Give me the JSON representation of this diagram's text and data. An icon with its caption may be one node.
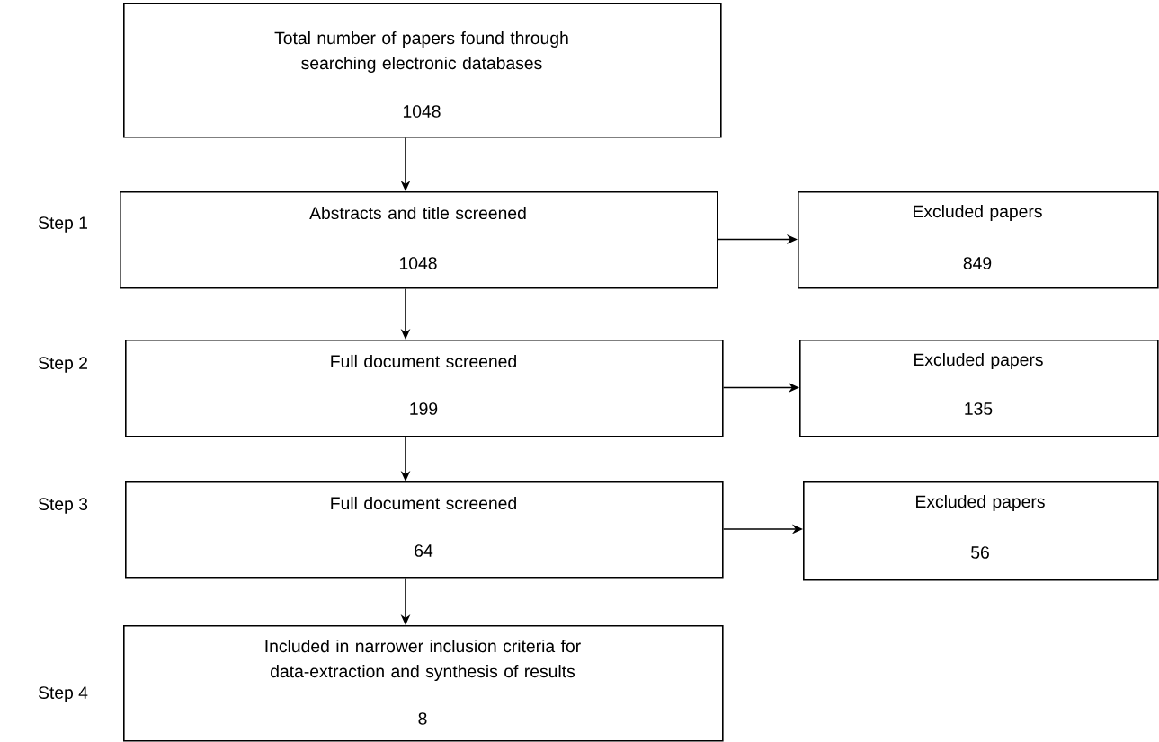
{
  "diagram": {
    "nodes": [
      {
        "text": [
          "Total number of papers found through searching electronic databases",
          "1048"
        ]
      },
      {
        "text": [
          "Abstracts and title screened",
          "1048"
        ],
        "beside": [
          "Step 1"
        ]
      },
      {
        "text": [
          "Excluded papers",
          "849"
        ]
      },
      {
        "text": [
          "Full document screened",
          "199"
        ],
        "beside": [
          "Step 2"
        ]
      },
      {
        "text": [
          "Excluded papers",
          "135"
        ]
      },
      {
        "text": [
          "Full document screened",
          "64"
        ],
        "beside": [
          "Step 3"
        ]
      },
      {
        "text": [
          "Excluded papers",
          "56"
        ]
      },
      {
        "text": [
          "Included in narrower inclusion criteria for data-extraction and synthesis of results",
          "8"
        ],
        "beside": [
          "Step 4"
        ]
      }
    ],
    "edges": [
      {
        "from": 0,
        "to": 1,
        "arrow": "to"
      },
      {
        "from": 1,
        "to": 2,
        "arrow": "to"
      },
      {
        "from": 1,
        "to": 3,
        "arrow": "to"
      },
      {
        "from": 3,
        "to": 4,
        "arrow": "to"
      },
      {
        "from": 3,
        "to": 5,
        "arrow": "to"
      },
      {
        "from": 5,
        "to": 6,
        "arrow": "to"
      },
      {
        "from": 5,
        "to": 7,
        "arrow": "to"
      }
    ]
  }
}
